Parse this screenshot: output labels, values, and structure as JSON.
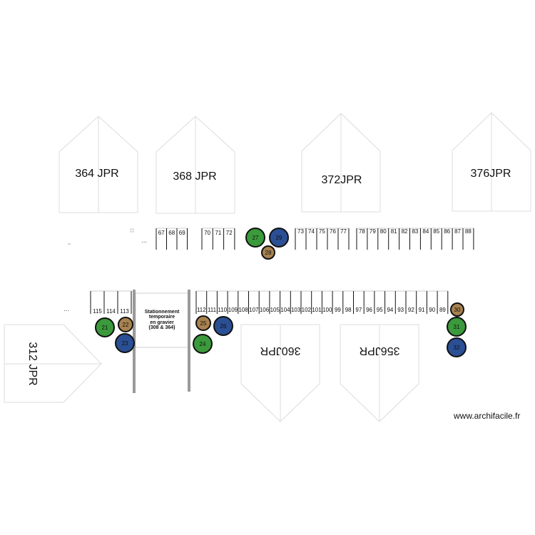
{
  "buildings": {
    "b364": "364 JPR",
    "b368": "368 JPR",
    "b372": "372JPR",
    "b376": "376JPR",
    "b360": "360JPR",
    "b356": "356JPR",
    "b312": "312 JPR"
  },
  "gravel_note": [
    "Stationnement",
    "temporaire",
    "en gravier",
    "(308 & 364)"
  ],
  "ellipsis": "...",
  "stalls": {
    "top_a": [
      "67",
      "68",
      "69"
    ],
    "top_b": [
      "70",
      "71",
      "72"
    ],
    "top_c": [
      "73",
      "74",
      "75",
      "76",
      "77"
    ],
    "top_d": [
      "78",
      "79",
      "80",
      "81",
      "82",
      "83",
      "84",
      "85",
      "86",
      "87",
      "88"
    ],
    "left_row": [
      "115",
      "114",
      "113"
    ],
    "bottom_row": [
      "112",
      "111",
      "110",
      "109",
      "108",
      "107",
      "106",
      "105",
      "104",
      "103",
      "102",
      "101",
      "100",
      "99",
      "98",
      "97",
      "96",
      "95",
      "94",
      "93",
      "92",
      "91",
      "90",
      "89"
    ]
  },
  "bins": {
    "b27": "27",
    "b28": "28",
    "b29": "29",
    "b21": "21",
    "b22": "22",
    "b23": "23",
    "b24": "24",
    "b25": "25",
    "b26": "26",
    "b30": "30",
    "b31": "31",
    "b32": "32"
  },
  "colors": {
    "bin_green": "#3b9a3b",
    "bin_brown": "#a8824f",
    "bin_blue": "#2a4f94"
  },
  "watermark": "www.archifacile.fr"
}
